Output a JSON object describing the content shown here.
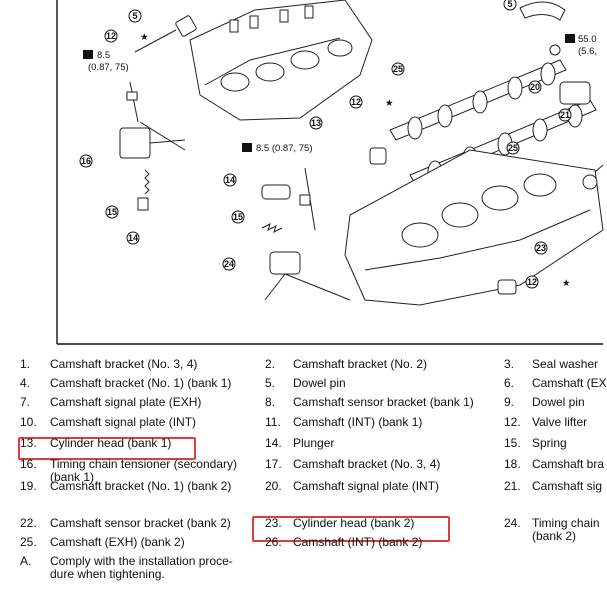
{
  "figure": {
    "torque_1": "8.5",
    "torque_1_sub": "(0.87, 75)",
    "torque_2": "8.5 (0.87, 75)",
    "torque_3": "55.0",
    "torque_3_sub": "(5.6,",
    "star": "★",
    "callouts": [
      "5",
      "12",
      "16",
      "15",
      "14",
      "13",
      "25",
      "20",
      "21",
      "23",
      "24",
      "12",
      "12",
      "14",
      "15",
      "5",
      "25"
    ]
  },
  "legend": {
    "rows": [
      [
        {
          "n": "1.",
          "t": "Camshaft bracket (No. 3, 4)"
        },
        {
          "n": "2.",
          "t": "Camshaft bracket (No. 2)"
        },
        {
          "n": "3.",
          "t": "Seal washer"
        }
      ],
      [
        {
          "n": "4.",
          "t": "Camshaft bracket (No. 1) (bank 1)"
        },
        {
          "n": "5.",
          "t": "Dowel pin"
        },
        {
          "n": "6.",
          "t": "Camshaft (EX"
        }
      ],
      [
        {
          "n": "7.",
          "t": "Camshaft signal plate (EXH)"
        },
        {
          "n": "8.",
          "t": "Camshaft sensor bracket (bank 1)"
        },
        {
          "n": "9.",
          "t": "Dowel pin"
        }
      ],
      [
        {
          "n": "10.",
          "t": "Camshaft signal plate (INT)"
        },
        {
          "n": "11.",
          "t": "Camshaft (INT) (bank 1)"
        },
        {
          "n": "12.",
          "t": "Valve lifter"
        }
      ],
      [
        {
          "n": "13.",
          "t": "Cylinder head (bank 1)"
        },
        {
          "n": "14.",
          "t": "Plunger"
        },
        {
          "n": "15.",
          "t": "Spring"
        }
      ],
      [
        {
          "n": "16.",
          "t": "Timing chain tensioner (secondary) (bank 1)"
        },
        {
          "n": "17.",
          "t": "Camshaft bracket (No. 3, 4)"
        },
        {
          "n": "18.",
          "t": "Camshaft bra"
        }
      ],
      [
        {
          "n": "19.",
          "t": "Camshaft bracket (No. 1) (bank 2)"
        },
        {
          "n": "20.",
          "t": "Camshaft signal plate (INT)"
        },
        {
          "n": "21.",
          "t": "Camshaft sig"
        }
      ],
      [
        {
          "n": "22.",
          "t": "Camshaft sensor bracket (bank 2)"
        },
        {
          "n": "23.",
          "t": "Cylinder head (bank 2)"
        },
        {
          "n": "24.",
          "t": "Timing chain (bank 2)"
        }
      ],
      [
        {
          "n": "25.",
          "t": "Camshaft (EXH) (bank 2)"
        },
        {
          "n": "26.",
          "t": "Camshaft (INT) (bank 2)"
        },
        {
          "n": "",
          "t": ""
        }
      ],
      [
        {
          "n": "A.",
          "t": "Comply with the installation proce-dure when tightening."
        },
        {
          "n": "",
          "t": ""
        },
        {
          "n": "",
          "t": ""
        }
      ]
    ]
  }
}
